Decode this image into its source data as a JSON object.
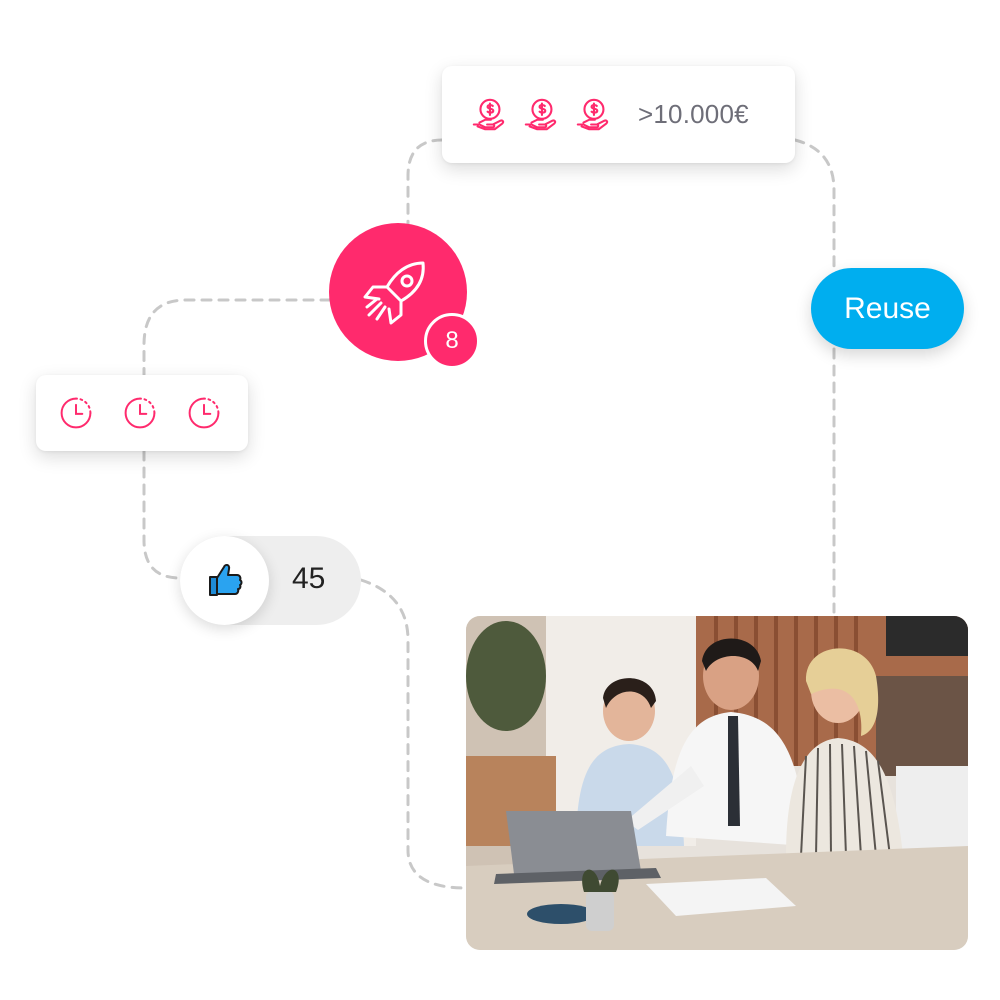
{
  "money_card": {
    "icons": [
      "money-hand-icon",
      "money-hand-icon",
      "money-hand-icon"
    ],
    "amount": ">10.000€"
  },
  "time_card": {
    "icons": [
      "clock-icon",
      "clock-icon",
      "clock-icon"
    ]
  },
  "rocket": {
    "icon": "rocket-icon",
    "badge": "8"
  },
  "reuse_button": {
    "label": "Reuse"
  },
  "likes": {
    "icon": "thumbs-up-icon",
    "count": "45"
  },
  "photo": {
    "icon": "team-meeting-photo"
  },
  "colors": {
    "accent_pink": "#ff2a6d",
    "accent_blue": "#00aeef",
    "connector": "#c8c8c8"
  }
}
